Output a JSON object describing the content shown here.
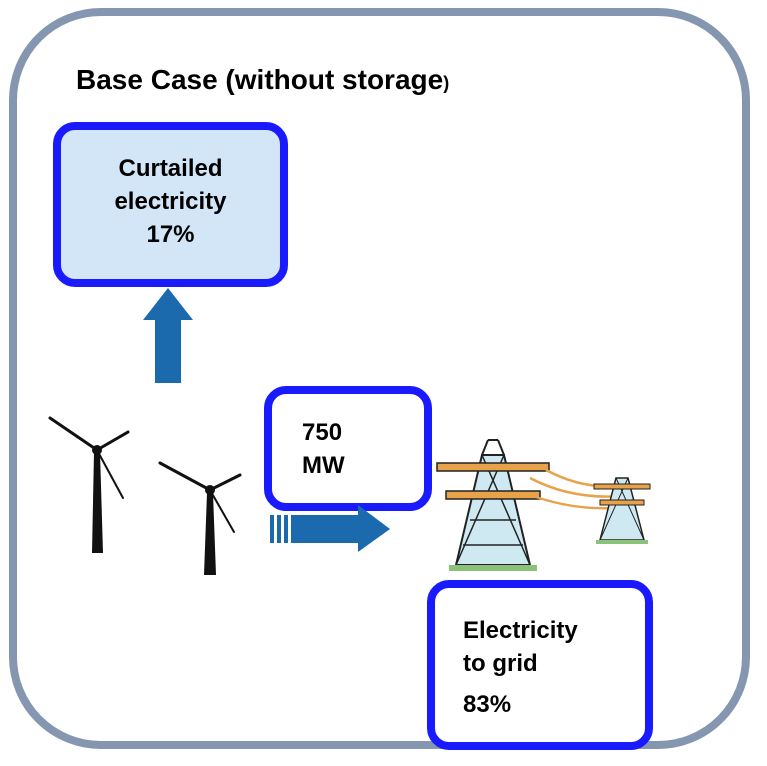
{
  "title": {
    "main": "Base Case (without storage",
    "paren": ")"
  },
  "curtailed": {
    "line1": "Curtailed",
    "line2": "electricity",
    "value": "17%"
  },
  "capacity": {
    "line1": "750",
    "line2": "MW"
  },
  "grid": {
    "line1": "Electricity",
    "line2": "to grid",
    "value": "83%"
  },
  "icons": [
    "wind-turbine-icon",
    "transmission-tower-icon",
    "arrow-up-icon",
    "arrow-right-icon"
  ],
  "colors": {
    "frame": "#8496b0",
    "box_border": "#1a1aff",
    "arrow": "#1b6aad",
    "curtailed_fill": "#d2e6f8"
  }
}
